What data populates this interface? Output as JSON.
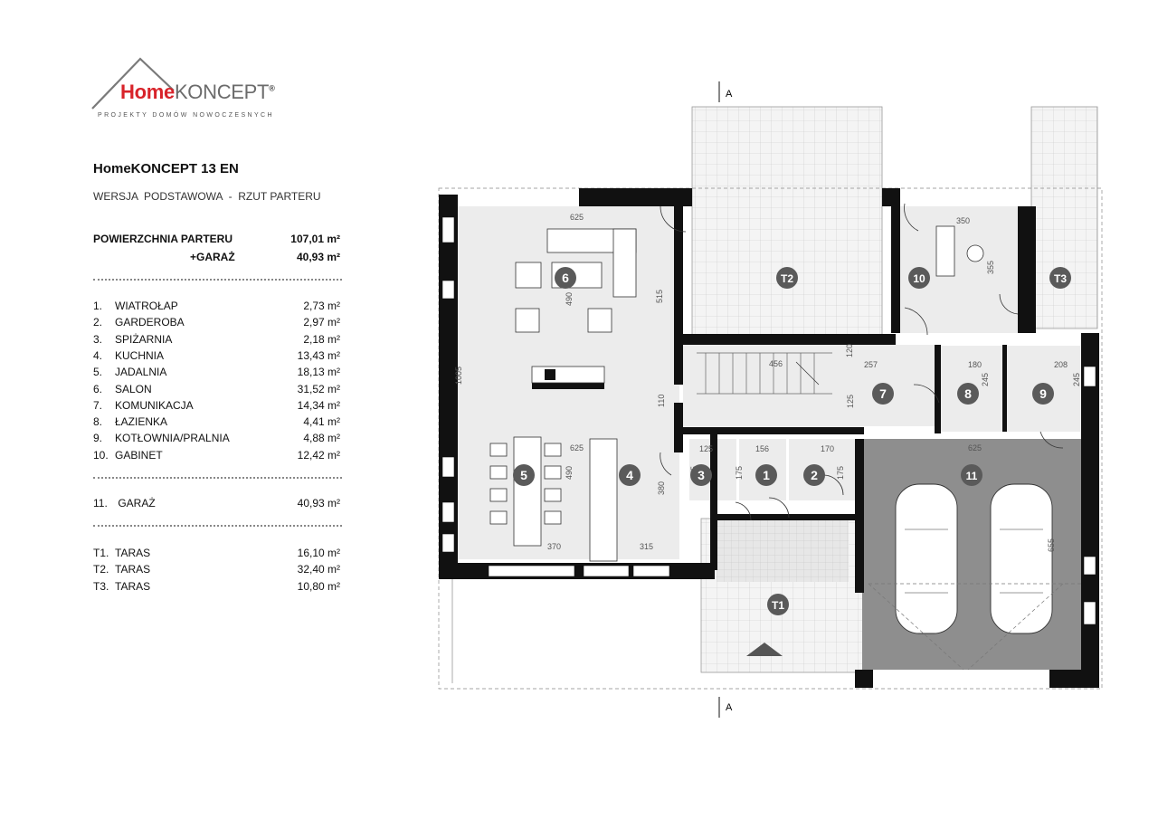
{
  "logo": {
    "home": "Home",
    "koncept": "KONCEPT",
    "reg": "®",
    "tagline": "PROJEKTY DOMÓW NOWOCZESNYCH"
  },
  "project": {
    "title": "HomeKONCEPT 13 EN",
    "subtitle": "WERSJA  PODSTAWOWA  -  RZUT PARTERU"
  },
  "summary": {
    "ground_label": "POWIERZCHNIA PARTERU",
    "ground_area": "107,01 m²",
    "garage_label": "+GARAŻ",
    "garage_area": "40,93 m²"
  },
  "rooms": [
    {
      "n": "1.",
      "name": "WIATROŁAP",
      "area": "2,73 m²"
    },
    {
      "n": "2.",
      "name": "GARDEROBA",
      "area": "2,97 m²"
    },
    {
      "n": "3.",
      "name": "SPIŻARNIA",
      "area": "2,18 m²"
    },
    {
      "n": "4.",
      "name": "KUCHNIA",
      "area": "13,43 m²"
    },
    {
      "n": "5.",
      "name": "JADALNIA",
      "area": "18,13 m²"
    },
    {
      "n": "6.",
      "name": "SALON",
      "area": "31,52 m²"
    },
    {
      "n": "7.",
      "name": "KOMUNIKACJA",
      "area": "14,34 m²"
    },
    {
      "n": "8.",
      "name": "ŁAZIENKA",
      "area": "4,41 m²"
    },
    {
      "n": "9.",
      "name": "KOTŁOWNIA/PRALNIA",
      "area": "4,88 m²"
    },
    {
      "n": "10.",
      "name": "GABINET",
      "area": "12,42 m²"
    }
  ],
  "garage": {
    "n": "11.",
    "name": "GARAŻ",
    "area": "40,93 m²"
  },
  "terraces": [
    {
      "n": "T1.",
      "name": "TARAS",
      "area": "16,10 m²"
    },
    {
      "n": "T2.",
      "name": "TARAS",
      "area": "32,40 m²"
    },
    {
      "n": "T3.",
      "name": "TARAS",
      "area": "10,80 m²"
    }
  ],
  "plan": {
    "section_mark": "A",
    "room_markers": [
      "1",
      "2",
      "3",
      "4",
      "5",
      "6",
      "7",
      "8",
      "9",
      "10",
      "11",
      "T1",
      "T2",
      "T3"
    ],
    "dimensions": [
      "625",
      "515",
      "490",
      "1005",
      "110",
      "625",
      "490",
      "380",
      "370",
      "315",
      "456",
      "120",
      "257",
      "125",
      "180",
      "245",
      "208",
      "245",
      "125",
      "175",
      "156",
      "175",
      "170",
      "175",
      "350",
      "355",
      "625",
      "655"
    ]
  },
  "colors": {
    "wall": "#111111",
    "room_fill": "#ececec",
    "garage_fill": "#8e8e8e",
    "brand_red": "#d8232a",
    "marker": "#5a5a5a"
  }
}
